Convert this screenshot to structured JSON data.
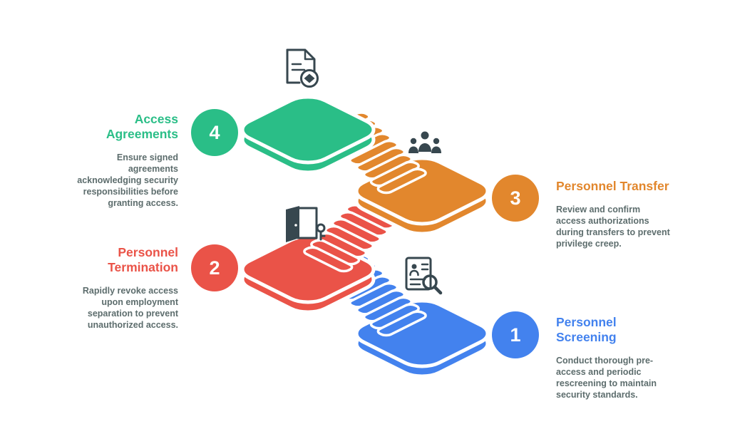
{
  "colors": {
    "blue": "#4382ee",
    "red": "#ea5348",
    "orange": "#e2872d",
    "green": "#2abe87",
    "icon": "#37474f",
    "desc": "#5d6d6d"
  },
  "steps": [
    {
      "number": "1",
      "title": "Personnel\nScreening",
      "description": "Conduct thorough pre-\naccess and periodic\nrescreening to maintain\nsecurity standards.",
      "color": "blue",
      "icon": "document-magnifier-icon"
    },
    {
      "number": "2",
      "title": "Personnel\nTermination",
      "description": "Rapidly revoke access\nupon employment\nseparation to prevent\nunauthorized access.",
      "color": "red",
      "icon": "exit-door-icon"
    },
    {
      "number": "3",
      "title": "Personnel Transfer",
      "description": "Review and confirm\naccess authorizations\nduring transfers to prevent\nprivilege creep.",
      "color": "orange",
      "icon": "people-group-icon"
    },
    {
      "number": "4",
      "title": "Access\nAgreements",
      "description": "Ensure signed\nagreements\nacknowledging security\nresponsibilities before\ngranting access.",
      "color": "green",
      "icon": "contract-handshake-icon"
    }
  ]
}
